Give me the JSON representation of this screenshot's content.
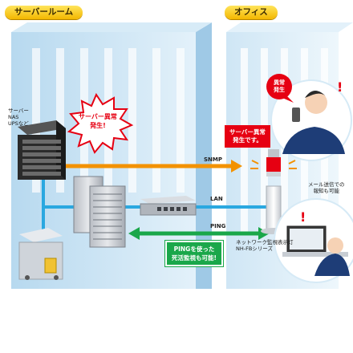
{
  "server_room": {
    "title": "サーバールーム",
    "device_label": "サーバー\nNAS\nUPSなど",
    "alert_burst": "サーバー異常\n発生!"
  },
  "office": {
    "title": "オフィス",
    "phone_alert": "異常\n発生",
    "mail_note": "メール送信での\n報知も可能",
    "alarm_callout": "サーバー異常\n発生です。",
    "product_label": "ネットワーク監視表示灯\nNH-FBシリーズ"
  },
  "connections": {
    "snmp": "SNMP",
    "lan": "LAN",
    "ping": "PING"
  },
  "ping_note": "PINGを使った\n死活監視も可能!",
  "colors": {
    "tag_yellow": "#f6c800",
    "snmp_orange": "#f39200",
    "lan_blue": "#2aa8e0",
    "ping_green": "#1aa74a",
    "alert_red": "#e60012",
    "building_blue": "#c9e3f3"
  }
}
